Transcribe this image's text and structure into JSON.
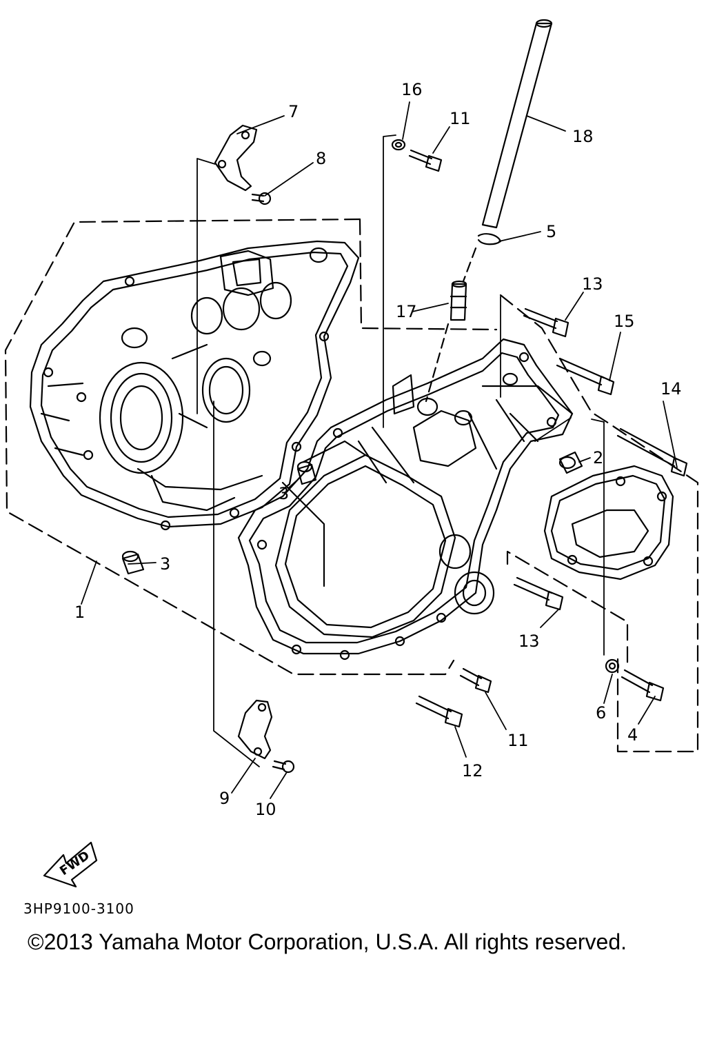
{
  "diagram": {
    "part_labels": [
      {
        "id": "label-1",
        "text": "1"
      },
      {
        "id": "label-2",
        "text": "2"
      },
      {
        "id": "label-3a",
        "text": "3"
      },
      {
        "id": "label-3b",
        "text": "3"
      },
      {
        "id": "label-4",
        "text": "4"
      },
      {
        "id": "label-5",
        "text": "5"
      },
      {
        "id": "label-6",
        "text": "6"
      },
      {
        "id": "label-7",
        "text": "7"
      },
      {
        "id": "label-8",
        "text": "8"
      },
      {
        "id": "label-9",
        "text": "9"
      },
      {
        "id": "label-10",
        "text": "10"
      },
      {
        "id": "label-11a",
        "text": "11"
      },
      {
        "id": "label-11b",
        "text": "11"
      },
      {
        "id": "label-12",
        "text": "12"
      },
      {
        "id": "label-13a",
        "text": "13"
      },
      {
        "id": "label-13b",
        "text": "13"
      },
      {
        "id": "label-14",
        "text": "14"
      },
      {
        "id": "label-15",
        "text": "15"
      },
      {
        "id": "label-16",
        "text": "16"
      },
      {
        "id": "label-17",
        "text": "17"
      },
      {
        "id": "label-18",
        "text": "18"
      }
    ],
    "fwd_label": "FWD"
  },
  "footer": {
    "catalog_code": "3HP9100-3100",
    "copyright": "©2013 Yamaha Motor Corporation, U.S.A. All rights reserved."
  }
}
